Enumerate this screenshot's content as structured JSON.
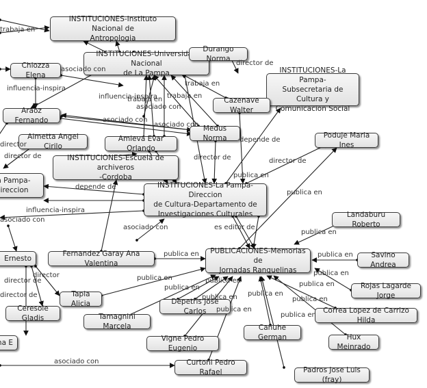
{
  "diagram": {
    "type": "concept-map",
    "nodes": [
      {
        "id": "inst_antropologia",
        "label": "INSTITUCIONES-Instituto Nacional de\nAntropologia"
      },
      {
        "id": "inst_unlpam",
        "label": "INSTITUCIONES-Universidad Nacional\nde La Pampa"
      },
      {
        "id": "durango",
        "label": "Durango Norma"
      },
      {
        "id": "inst_subsecretaria",
        "label": "INSTITUCIONES-La Pampa-\nSubsecretaria de Cultura y\nComunicacion Social"
      },
      {
        "id": "chiozza",
        "label": "Chiozza Elena"
      },
      {
        "id": "araoz",
        "label": "Araoz Fernando"
      },
      {
        "id": "cazenave",
        "label": "Cazenave Walter"
      },
      {
        "id": "medus",
        "label": "Medus Norma"
      },
      {
        "id": "aimetta",
        "label": "Aimetta Angel Cirilo"
      },
      {
        "id": "amieva",
        "label": "Amieva Evar Orlando"
      },
      {
        "id": "poduje",
        "label": "Poduje Maria Ines"
      },
      {
        "id": "inst_archivos",
        "label": "INSTITUCIONES-Escuela de archiveros\n-Cordoba"
      },
      {
        "id": "inst_pampa_direccion_left",
        "label": "La Pampa-Direccion"
      },
      {
        "id": "inst_depto",
        "label": "INSTITUCIONES-La Pampa-Direccion\nde Cultura-Departamento de\nInvestigaciones Culturales"
      },
      {
        "id": "landaburu",
        "label": "Landaburu Roberto"
      },
      {
        "id": "ernesto",
        "label": "Ernesto"
      },
      {
        "id": "fernandez",
        "label": "Fernandez Garay Ana Valentina"
      },
      {
        "id": "pub_memorias",
        "label": "PUBLICACIONES-Memorias de\nJornadas Ranquelinas"
      },
      {
        "id": "savino",
        "label": "Savino Andrea"
      },
      {
        "id": "tapia",
        "label": "Tapia Alicia"
      },
      {
        "id": "rojas",
        "label": "Rojas Lagarde Jorge"
      },
      {
        "id": "ceresole",
        "label": "Ceresole Gladis"
      },
      {
        "id": "depetris",
        "label": "Depetris Jose Carlos"
      },
      {
        "id": "tamagnini",
        "label": "Tamagnini Marcela"
      },
      {
        "id": "correa",
        "label": "Correa Lopez de Carrizo Hilda"
      },
      {
        "id": "canuhe",
        "label": "Canuhe German"
      },
      {
        "id": "hux",
        "label": "Hux Meinrado"
      },
      {
        "id": "vigne",
        "label": "Vigne Pedro Eugenio"
      },
      {
        "id": "ana_e",
        "label": "Ana E"
      },
      {
        "id": "curtoni",
        "label": "Curtoni Pedro Rafael"
      },
      {
        "id": "padros",
        "label": "Padros Jose Luis (fray)"
      }
    ],
    "edge_labels": [
      "trabaja en",
      "asociado con",
      "director de",
      "trabaja en",
      "influencia-inspira",
      "influencia-inspira",
      "trabaja en",
      "trabaja en",
      "asociado con",
      "asociado con",
      "asociado con",
      "director",
      "director de",
      "depende de",
      "director de",
      "director de",
      "publica en",
      "depende de",
      "influencia-inspira",
      "asociado con",
      "publica en",
      "asociado con",
      "es editor de",
      "publica en",
      "publica en",
      "publica en",
      "director",
      "director de",
      "publica en",
      "publica en",
      "director de",
      "publica en",
      "publica en",
      "publica en",
      "publica en",
      "publica en",
      "publica en",
      "publica en",
      "publica en",
      "asociado con"
    ]
  }
}
